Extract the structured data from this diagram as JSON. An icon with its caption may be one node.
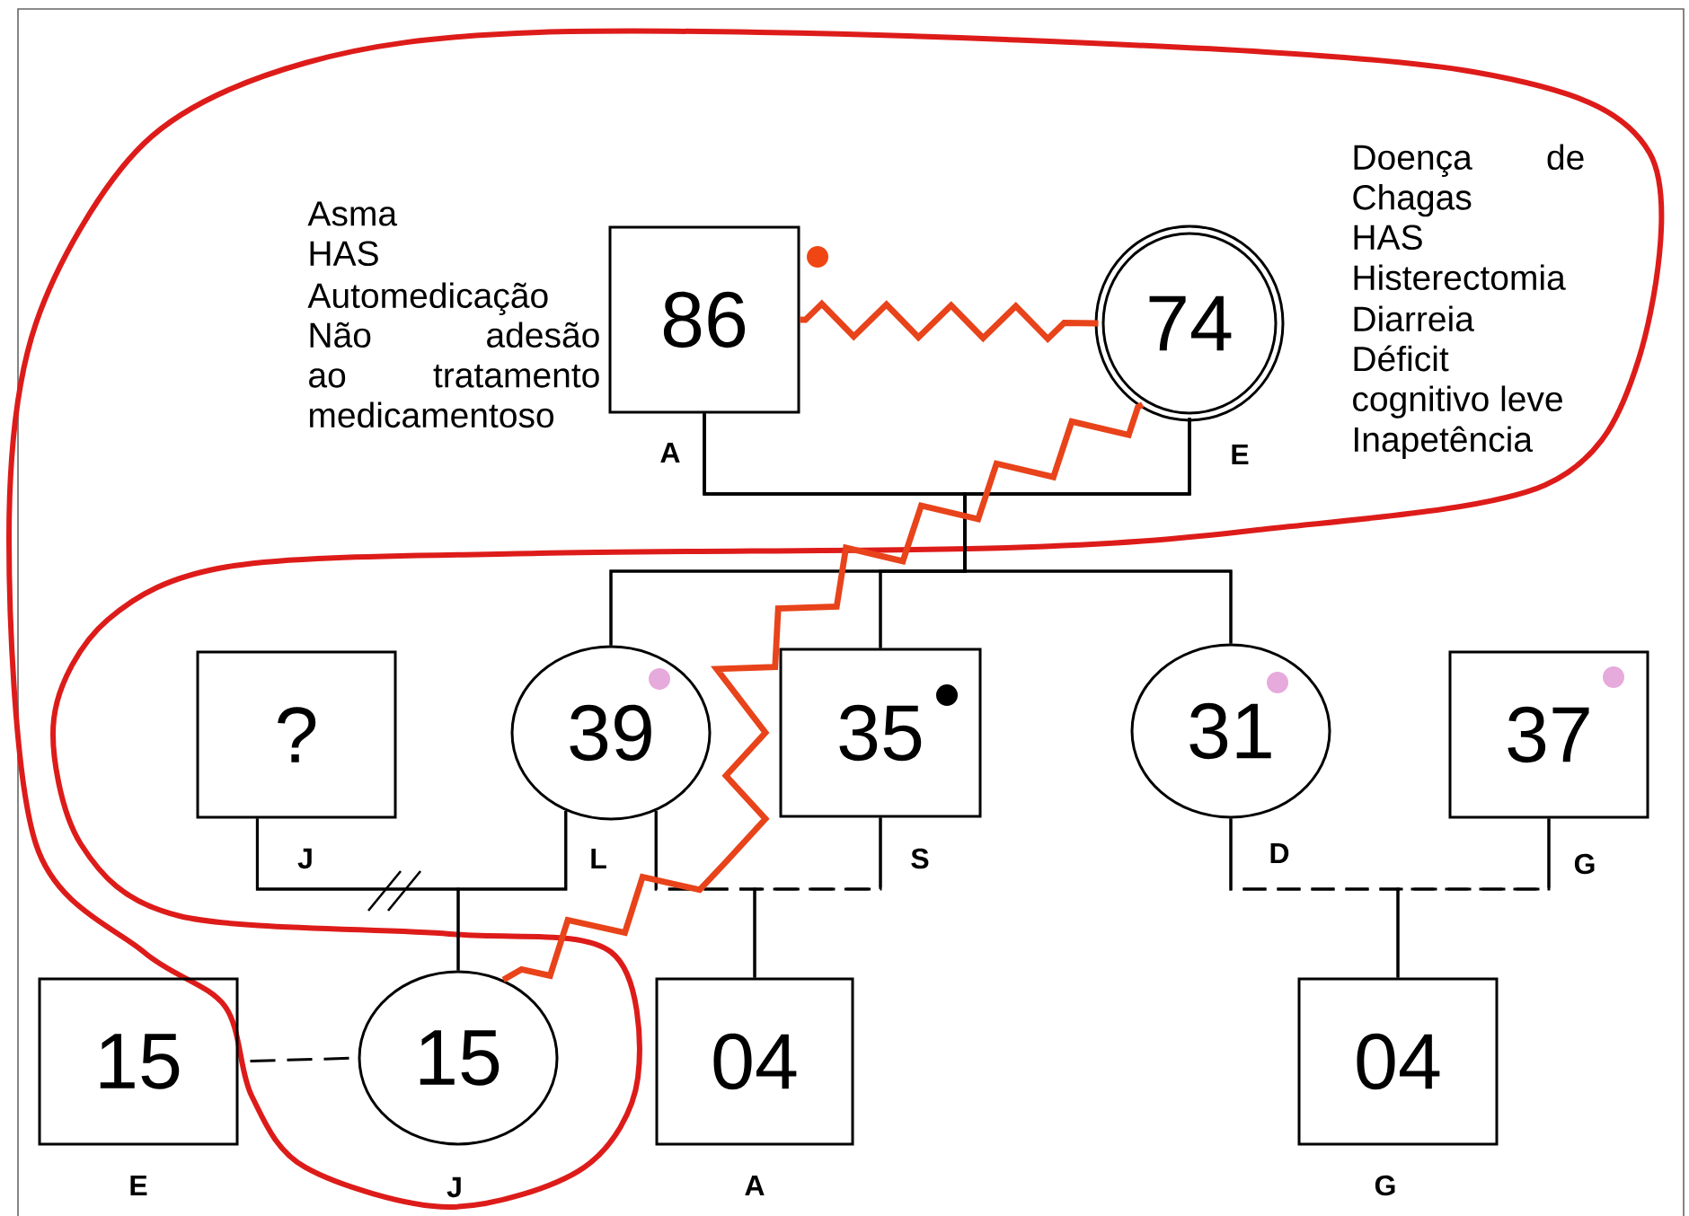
{
  "diagram": {
    "nodes": [
      {
        "text": [
          "86"
        ],
        "beside": [
          "A",
          "Asma",
          "HAS",
          "Automedicação",
          "Não adesão ao tratamento medicamentoso"
        ]
      },
      {
        "text": [
          "74"
        ],
        "beside": [
          "E",
          "Doença de Chagas",
          "HAS",
          "Histerectomia",
          "Diarreia",
          "Déficit cognitivo leve",
          "Inapetência"
        ]
      },
      {
        "text": [
          "?"
        ],
        "beside": [
          "J"
        ]
      },
      {
        "text": [
          "39"
        ],
        "beside": [
          "L"
        ]
      },
      {
        "text": [
          "35"
        ],
        "beside": [
          "S"
        ]
      },
      {
        "text": [
          "31"
        ],
        "beside": [
          "D"
        ]
      },
      {
        "text": [
          "37"
        ],
        "beside": [
          "G"
        ]
      },
      {
        "text": [
          "15"
        ],
        "beside": [
          "E"
        ]
      },
      {
        "text": [
          "15"
        ],
        "beside": [
          "J"
        ]
      },
      {
        "text": [
          "04"
        ],
        "beside": [
          "A"
        ]
      },
      {
        "text": [
          "04"
        ],
        "beside": [
          "G"
        ]
      }
    ],
    "edges": [
      {
        "from": 0,
        "to": 1,
        "arrow": "none"
      },
      {
        "from": 0,
        "to": 1,
        "arrow": "none",
        "style": "thick",
        "color": "#e8431a"
      },
      {
        "from": 0,
        "to": 3,
        "arrow": "none"
      },
      {
        "from": 1,
        "to": 3,
        "arrow": "none"
      },
      {
        "from": 0,
        "to": 4,
        "arrow": "none"
      },
      {
        "from": 1,
        "to": 4,
        "arrow": "none"
      },
      {
        "from": 0,
        "to": 5,
        "arrow": "none"
      },
      {
        "from": 1,
        "to": 5,
        "arrow": "none"
      },
      {
        "from": 2,
        "to": 3,
        "arrow": "none"
      },
      {
        "from": 2,
        "to": 8,
        "arrow": "none"
      },
      {
        "from": 3,
        "to": 8,
        "arrow": "none"
      },
      {
        "from": 3,
        "to": 4,
        "arrow": "none",
        "style": "dashed"
      },
      {
        "from": 3,
        "to": 9,
        "arrow": "none",
        "style": "dashed"
      },
      {
        "from": 4,
        "to": 9,
        "arrow": "none",
        "style": "dashed"
      },
      {
        "from": 5,
        "to": 6,
        "arrow": "none",
        "style": "dashed"
      },
      {
        "from": 5,
        "to": 10,
        "arrow": "none",
        "style": "dashed"
      },
      {
        "from": 6,
        "to": 10,
        "arrow": "none",
        "style": "dashed"
      },
      {
        "from": 7,
        "to": 8,
        "arrow": "none",
        "style": "dashed"
      },
      {
        "from": 1,
        "to": 8,
        "arrow": "none",
        "style": "thick",
        "color": "#e8431a"
      }
    ]
  }
}
